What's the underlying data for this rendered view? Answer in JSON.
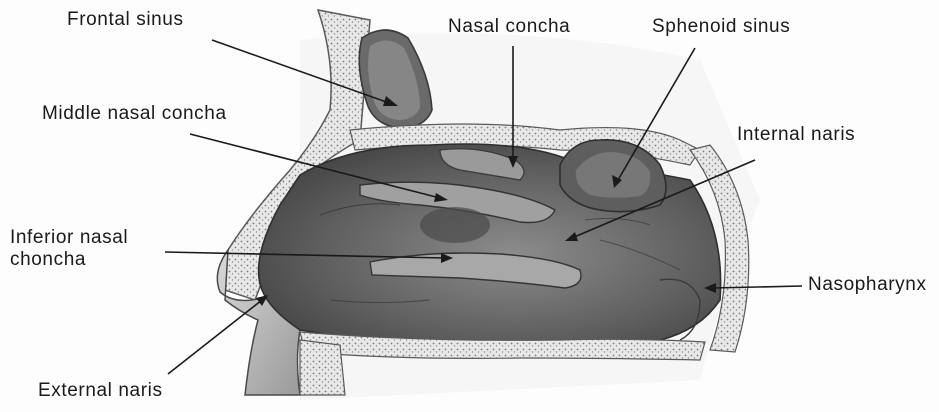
{
  "labels": {
    "frontal_sinus": "Frontal sinus",
    "nasal_concha": "Nasal concha",
    "sphenoid_sinus": "Sphenoid sinus",
    "middle_nasal_concha": "Middle nasal concha",
    "internal_naris": "Internal naris",
    "inferior_nasal_choncha_line1": "Inferior nasal",
    "inferior_nasal_choncha_line2": "choncha",
    "nasopharynx": "Nasopharynx",
    "external_naris": "External naris"
  },
  "colors": {
    "cavity_dark": "#4a4a4a",
    "cavity_mid": "#6e6e6e",
    "bone_light": "#e6e6e6",
    "tissue": "#8a8a8a",
    "ink": "#1a1a1a"
  }
}
